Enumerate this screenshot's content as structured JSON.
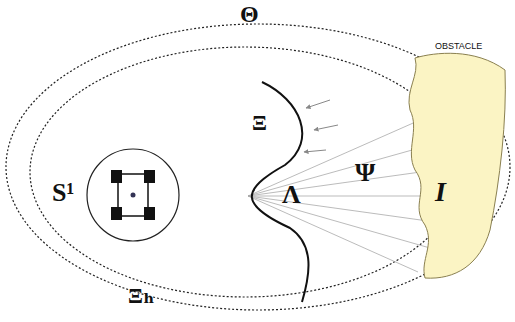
{
  "diagram": {
    "nodes": [
      {
        "text": [
          "OBSTACLE",
          "I"
        ]
      }
    ],
    "labels": [
      "Θ",
      "S¹",
      "Ξ",
      "Λ",
      "Ψ",
      "Ξₕ"
    ]
  }
}
